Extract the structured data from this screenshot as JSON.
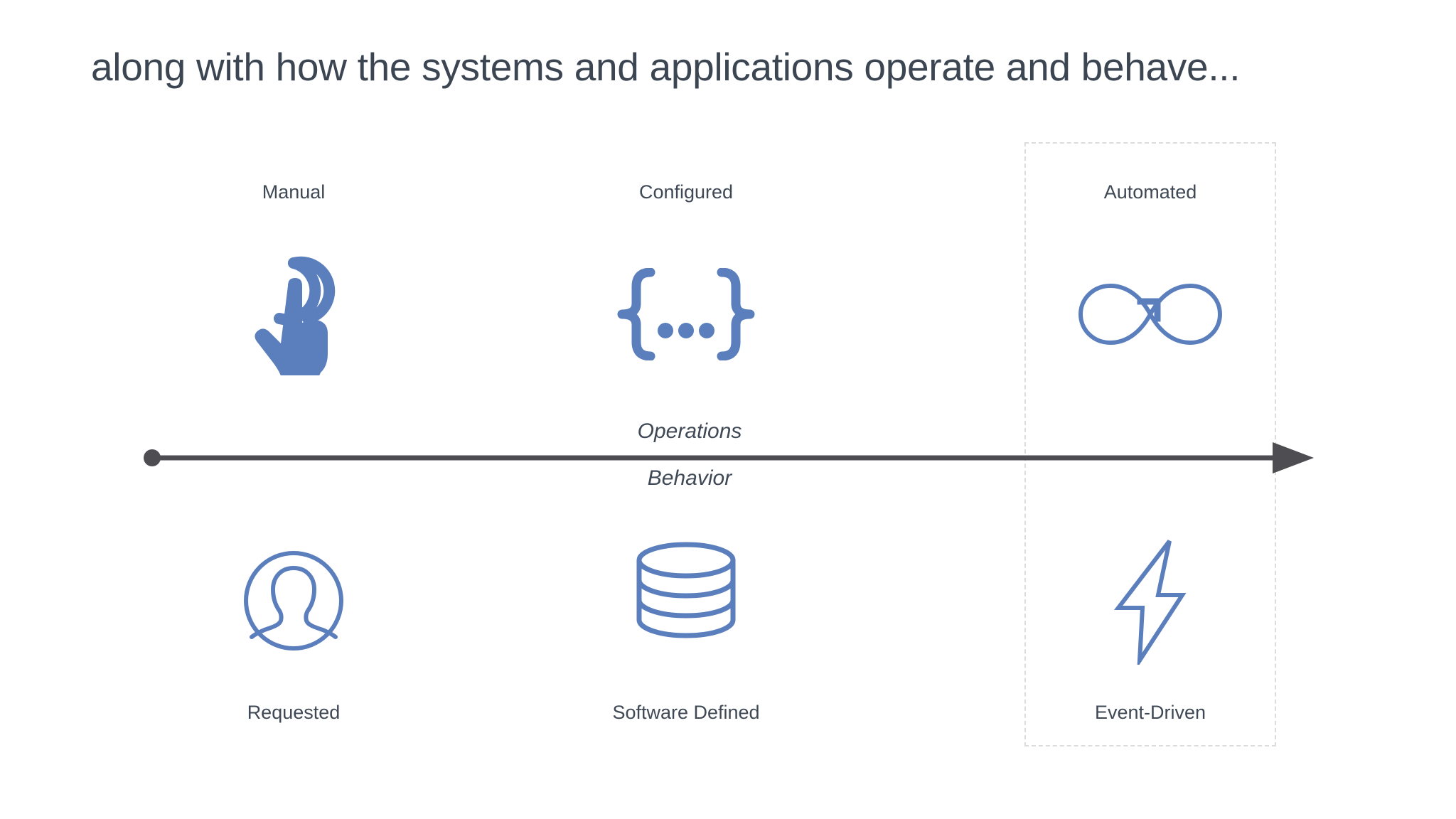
{
  "slide": {
    "title": "along with how the systems and applications operate and behave...",
    "background_color": "#ffffff",
    "text_color": "#3f4855",
    "accent_color": "#5b7ebd",
    "axis_color": "#4d4d52",
    "highlight_border_color": "#dcdcde"
  },
  "axis": {
    "label_above": "Operations",
    "label_below": "Behavior",
    "start_marker": "dot",
    "end_marker": "arrow",
    "direction": "left-to-right"
  },
  "columns": [
    {
      "id": "manual",
      "operations_label": "Manual",
      "operations_icon": "tap-hand-icon",
      "behavior_label": "Requested",
      "behavior_icon": "user-circle-icon",
      "highlighted": false
    },
    {
      "id": "configured",
      "operations_label": "Configured",
      "operations_icon": "curly-braces-ellipsis-icon",
      "behavior_label": "Software Defined",
      "behavior_icon": "database-icon",
      "highlighted": false
    },
    {
      "id": "automated",
      "operations_label": "Automated",
      "operations_icon": "infinity-loop-arrow-icon",
      "behavior_label": "Event-Driven",
      "behavior_icon": "lightning-bolt-icon",
      "highlighted": true
    }
  ]
}
